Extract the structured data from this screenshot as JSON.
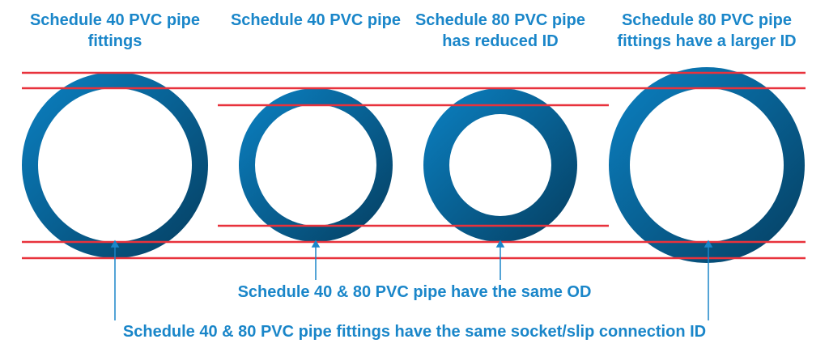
{
  "titles": [
    "Schedule 40 PVC pipe fittings",
    "Schedule 40 PVC pipe",
    "Schedule 80 PVC pipe has reduced ID",
    "Schedule 80 PVC pipe fittings have a larger ID"
  ],
  "notes": {
    "same_od": "Schedule 40 & 80 PVC pipe have the same OD",
    "same_id": "Schedule 40 & 80 PVC pipe fittings have the same socket/slip connection ID"
  },
  "colors": {
    "text": "#1a86c9",
    "ring_light": "#0b7fbf",
    "ring_dark": "#063f63",
    "guide": "#e8323c",
    "arrow": "#1a86c9"
  }
}
